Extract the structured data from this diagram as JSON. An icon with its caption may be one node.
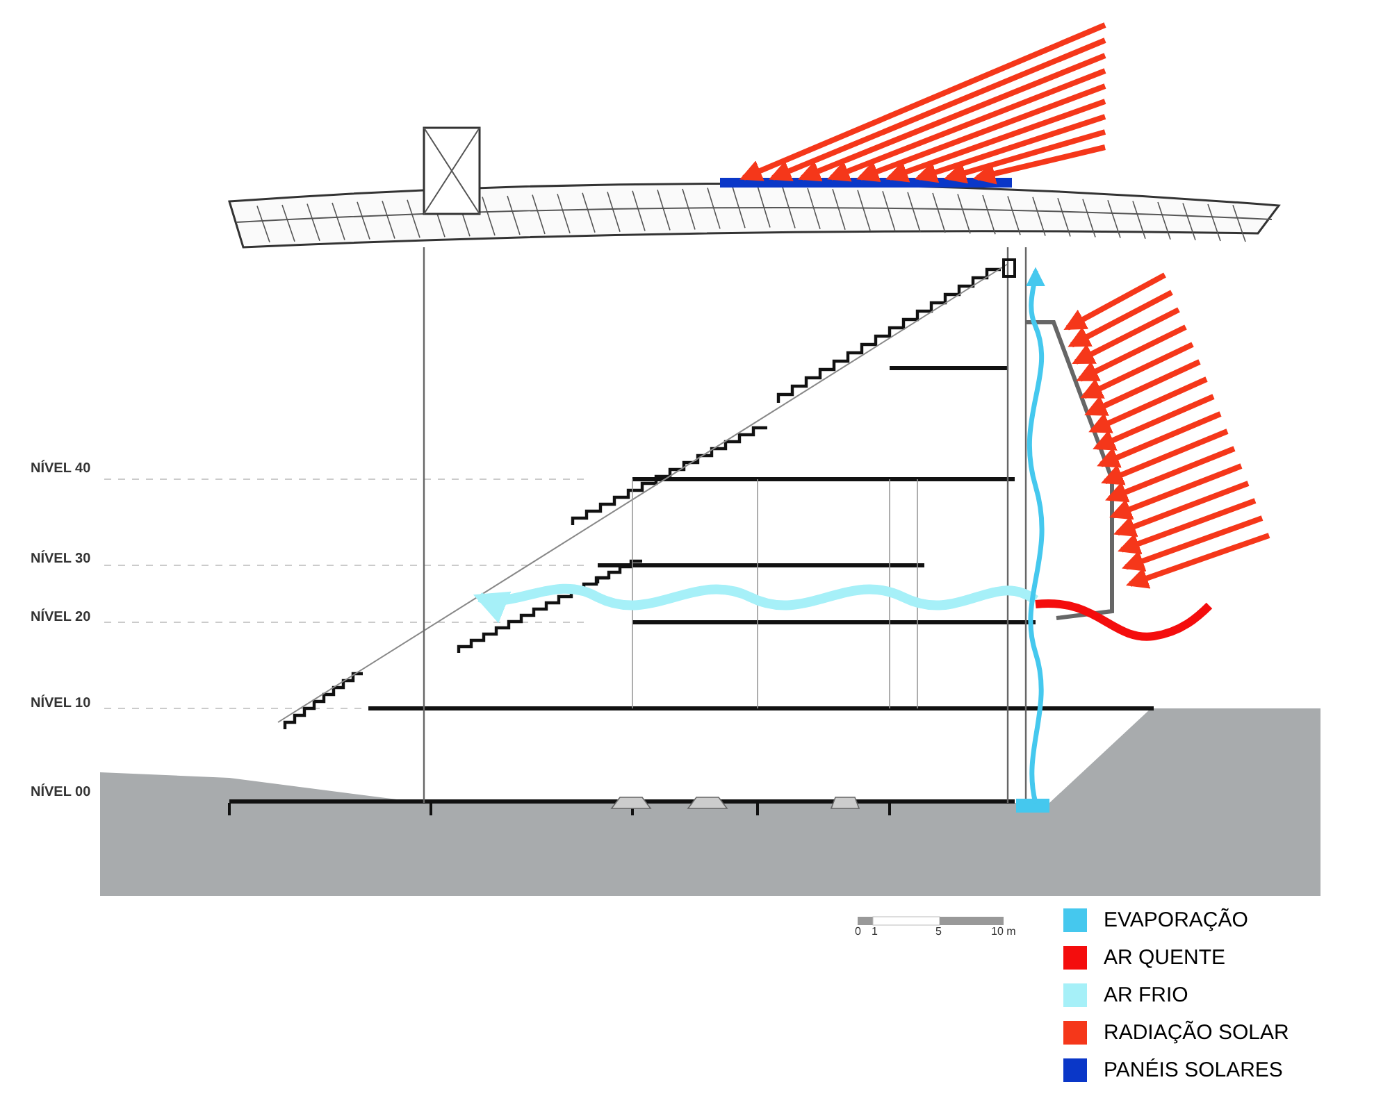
{
  "diagram": {
    "labels": [
      "NÍVEL 40",
      "NÍVEL 30",
      "NÍVEL 20",
      "NÍVEL 10",
      "NÍVEL 00",
      "0",
      "1",
      "5",
      "10 m"
    ],
    "legend": [
      {
        "text": "EVAPORAÇÃO",
        "color": "#45c8ee"
      },
      {
        "text": "AR QUENTE",
        "color": "#f40d0d"
      },
      {
        "text": "AR FRIO",
        "color": "#a6f0f8"
      },
      {
        "text": "RADIAÇÃO SOLAR",
        "color": "#f5371a"
      },
      {
        "text": "PANÉIS SOLARES",
        "color": "#0a37c8"
      }
    ]
  }
}
